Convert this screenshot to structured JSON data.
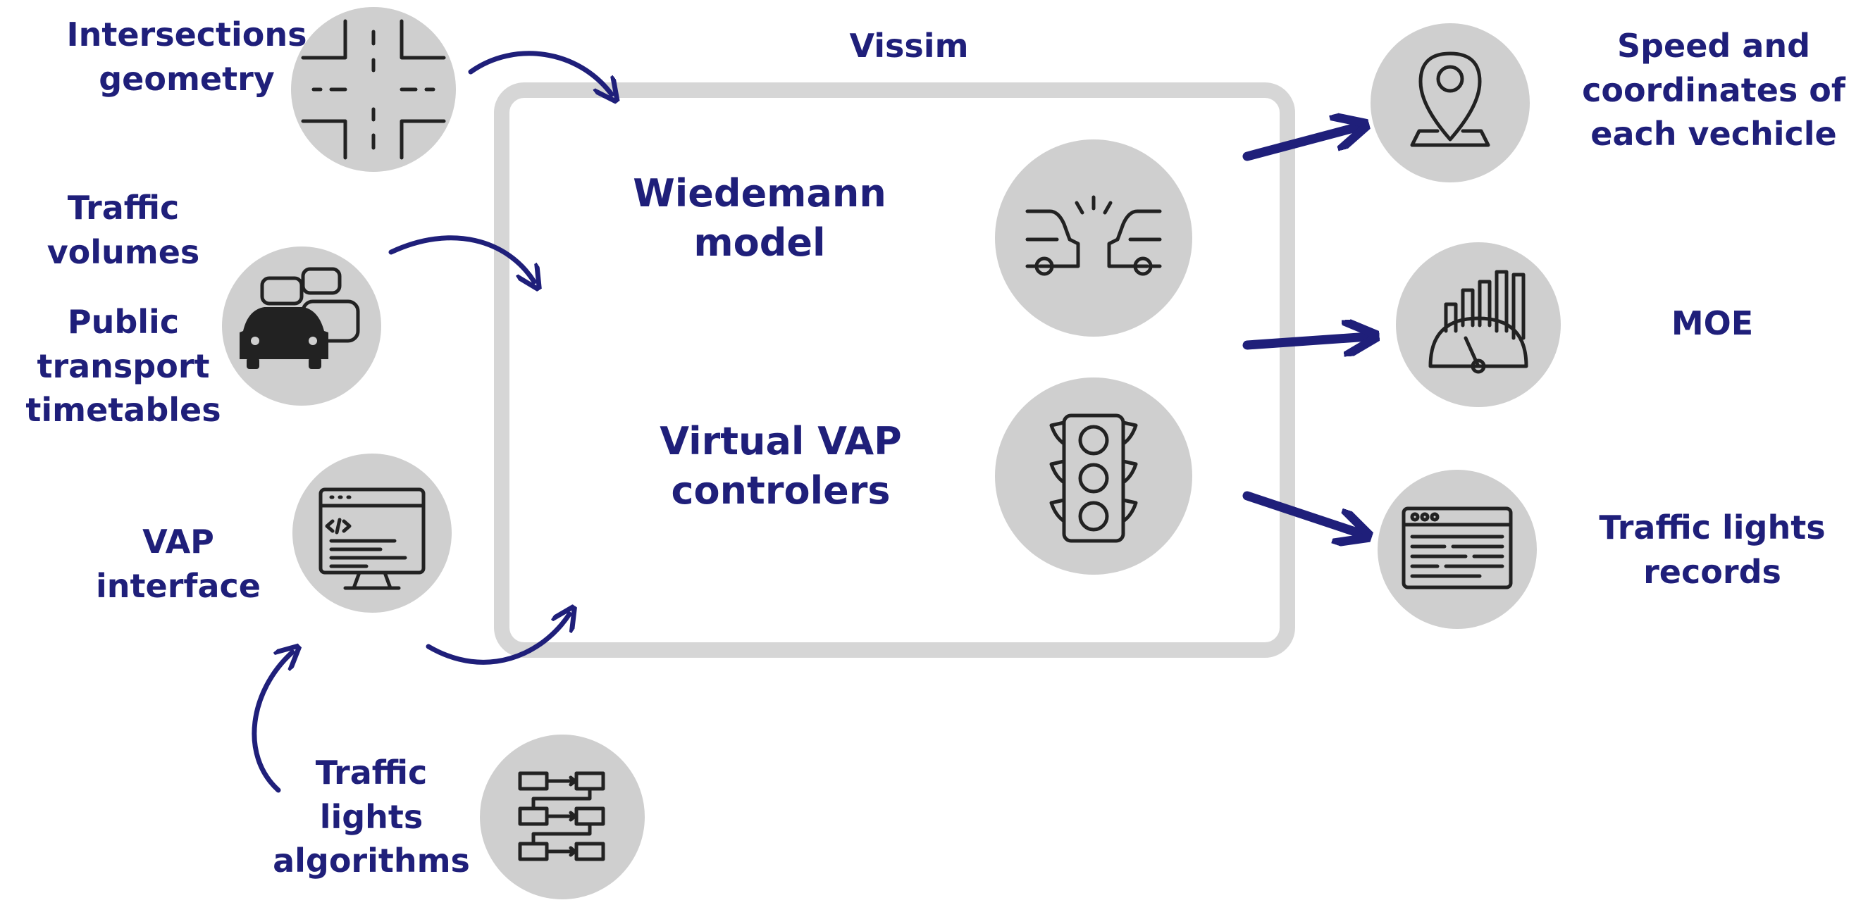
{
  "center": {
    "title": "Vissim",
    "model_lines": [
      "Wiedemann",
      "model"
    ],
    "vap_lines": [
      "Virtual VAP",
      "controlers"
    ]
  },
  "inputs": {
    "geometry_lines": [
      "Intersections",
      "geometry"
    ],
    "volumes_lines": [
      "Traffic",
      "volumes"
    ],
    "public_lines": [
      "Public",
      "transport",
      "timetables"
    ],
    "vap_interface_lines": [
      "VAP",
      "interface"
    ],
    "algorithms_lines": [
      "Traffic",
      "lights",
      "algorithms"
    ]
  },
  "outputs": {
    "speed_lines": [
      "Speed and",
      "coordinates of",
      "each vechicle"
    ],
    "moe_lines": [
      "MOE"
    ],
    "records_lines": [
      "Traffic lights",
      "records"
    ]
  },
  "colors": {
    "text": "#1f1f7a",
    "arrow": "#1f1f7a",
    "icon_circle": "#cfcfcf",
    "frame": "#d6d6d6"
  },
  "icons": {
    "intersection": "intersection-icon",
    "traffic_jam": "traffic-jam-icon",
    "code_monitor": "code-monitor-icon",
    "flowchart": "flowchart-icon",
    "car_crash": "car-crash-icon",
    "traffic_light": "traffic-light-icon",
    "location_pin": "location-pin-icon",
    "gauge": "gauge-chart-icon",
    "records_window": "records-window-icon"
  }
}
